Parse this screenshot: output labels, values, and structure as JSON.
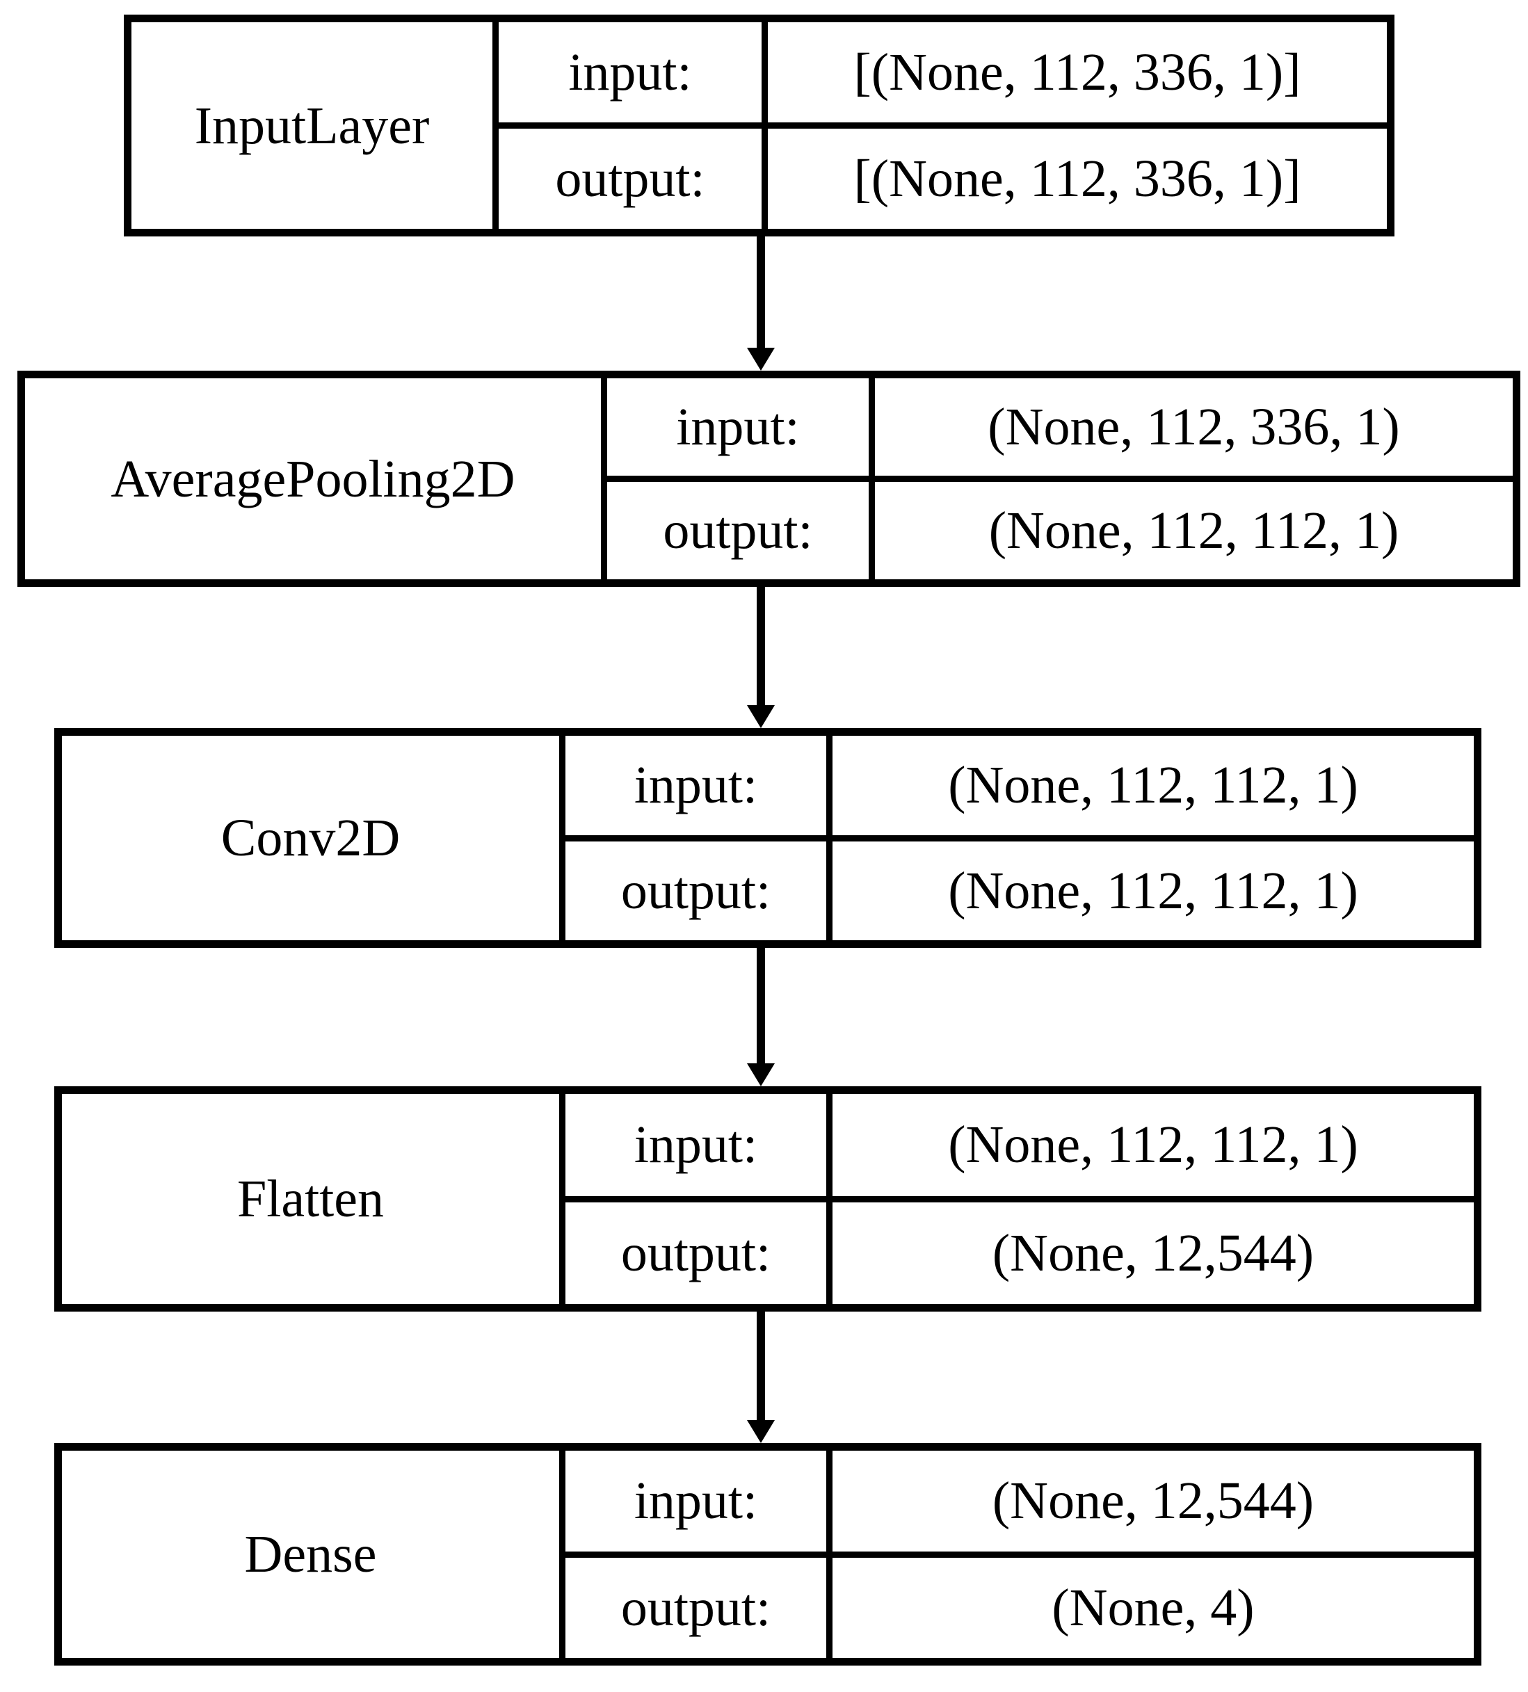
{
  "diagram": {
    "kind": "keras-model-layer-flow",
    "colors": {
      "line": "#000000",
      "background": "#ffffff"
    },
    "row_labels": {
      "input": "input:",
      "output": "output:"
    },
    "layers": [
      {
        "name": "InputLayer",
        "input_shape": "[(None, 112, 336, 1)]",
        "output_shape": "[(None, 112, 336, 1)]"
      },
      {
        "name": "AveragePooling2D",
        "input_shape": "(None, 112, 336, 1)",
        "output_shape": "(None, 112, 112, 1)"
      },
      {
        "name": "Conv2D",
        "input_shape": "(None, 112, 112, 1)",
        "output_shape": "(None, 112, 112, 1)"
      },
      {
        "name": "Flatten",
        "input_shape": "(None, 112, 112, 1)",
        "output_shape": "(None, 12,544)"
      },
      {
        "name": "Dense",
        "input_shape": "(None, 12,544)",
        "output_shape": "(None, 4)"
      }
    ]
  }
}
